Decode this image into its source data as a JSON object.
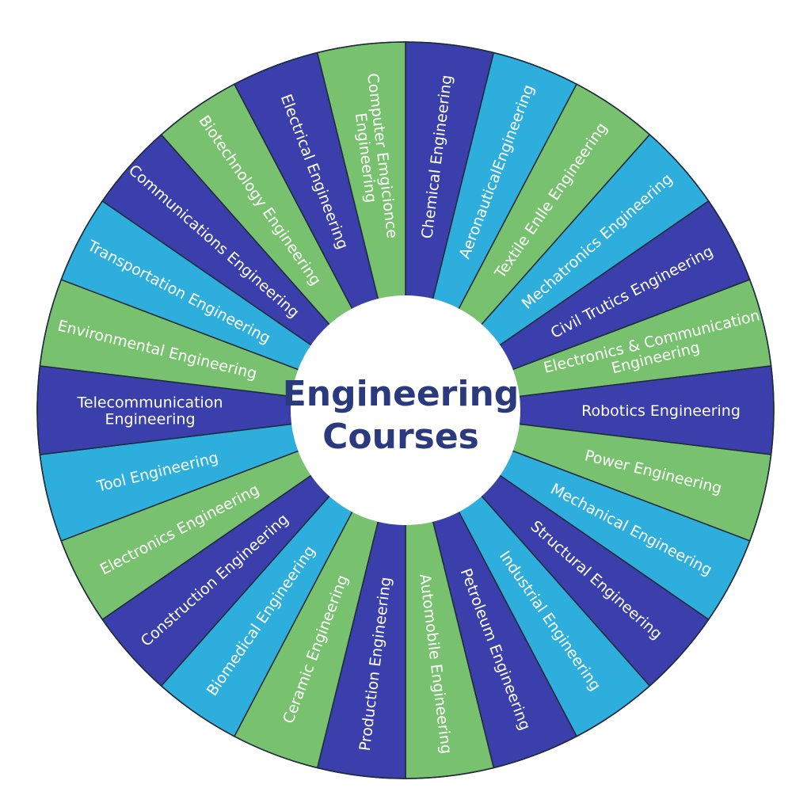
{
  "title": {
    "line1": "Engineering",
    "line2": "Courses"
  },
  "colors": {
    "dark": "#3a3fab",
    "cyan": "#2eaedd",
    "green": "#78c16e",
    "center_text": "#2b3a7e",
    "center_fill": "#ffffff",
    "divider": "#1f2a3a"
  },
  "segments": [
    {
      "label": [
        "Chemical Engineering"
      ],
      "color": "dark"
    },
    {
      "label": [
        "AeronauticalEngineering"
      ],
      "color": "cyan"
    },
    {
      "label": [
        "Textile EnIle Engineering"
      ],
      "color": "green"
    },
    {
      "label": [
        "Mechatronics Engineering"
      ],
      "color": "cyan"
    },
    {
      "label": [
        "Civil Trutics Engineering"
      ],
      "color": "dark"
    },
    {
      "label": [
        "Electronics & Communication",
        "Engineering"
      ],
      "color": "green"
    },
    {
      "label": [
        "Robotics Engineering"
      ],
      "color": "dark"
    },
    {
      "label": [
        "Power Engineering"
      ],
      "color": "green"
    },
    {
      "label": [
        "Mechanical Engineering"
      ],
      "color": "cyan"
    },
    {
      "label": [
        "Structural Engineering"
      ],
      "color": "dark"
    },
    {
      "label": [
        "Industrial Engineering"
      ],
      "color": "cyan"
    },
    {
      "label": [
        "Petroleum Engineering"
      ],
      "color": "dark"
    },
    {
      "label": [
        "Automobile Engineering"
      ],
      "color": "green"
    },
    {
      "label": [
        "Production Engineering"
      ],
      "color": "dark"
    },
    {
      "label": [
        "Ceramic Engineering"
      ],
      "color": "green"
    },
    {
      "label": [
        "Biomedical Engineering"
      ],
      "color": "cyan"
    },
    {
      "label": [
        "Construction Engineering"
      ],
      "color": "dark"
    },
    {
      "label": [
        "Electronics Engineering"
      ],
      "color": "green"
    },
    {
      "label": [
        "Tool Engineering"
      ],
      "color": "cyan"
    },
    {
      "label": [
        "Telecommunication",
        "Engineering"
      ],
      "color": "dark"
    },
    {
      "label": [
        "Environmental Engineering"
      ],
      "color": "green"
    },
    {
      "label": [
        "Transportation Engineering"
      ],
      "color": "cyan"
    },
    {
      "label": [
        "Communications Engineering"
      ],
      "color": "dark"
    },
    {
      "label": [
        "Biotechnology Engineering"
      ],
      "color": "green"
    },
    {
      "label": [
        "Electrical Engineering"
      ],
      "color": "dark"
    },
    {
      "label": [
        "Computer Emgicionce",
        "Engineering"
      ],
      "color": "green"
    }
  ]
}
